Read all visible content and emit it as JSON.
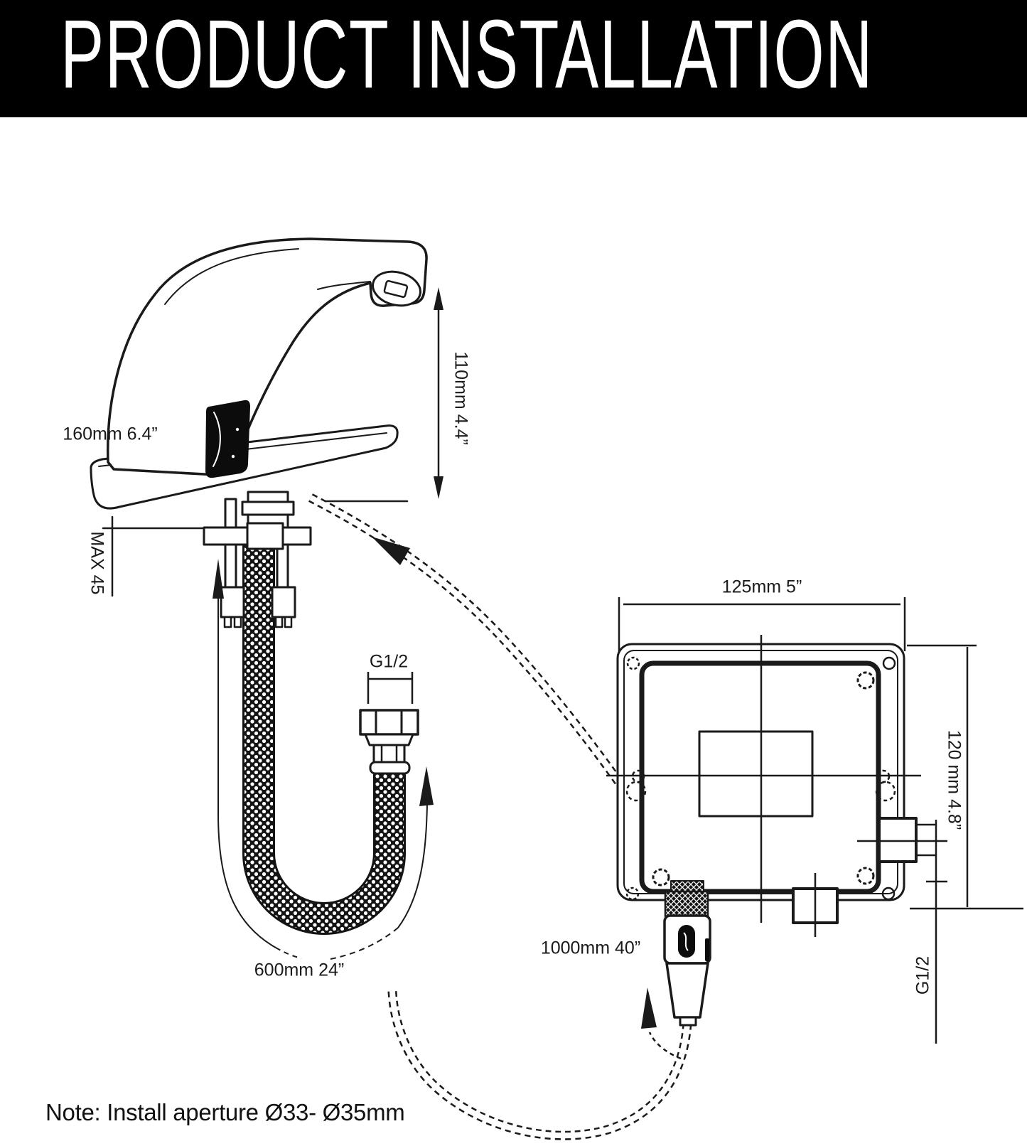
{
  "header": {
    "title": "PRODUCT INSTALLATION"
  },
  "diagram": {
    "faucet": {
      "height_label": "110mm 4.4”",
      "base_plate_width_label": "160mm 6.4”",
      "max_counter_thickness_label": "MAX 45",
      "supply_hose_thread_label": "G1/2",
      "supply_hose_length_label": "600mm 24”"
    },
    "control_box": {
      "width_label": "125mm 5”",
      "height_label": "120 mm 4.8”",
      "outlet_thread_label": "G1/2",
      "sensor_cable_length_label": "1000mm 40”"
    },
    "note": "Note: Install aperture Ø33- Ø35mm"
  },
  "colors": {
    "line": "#1a1a1a",
    "header_bg": "#000000",
    "header_text": "#ffffff",
    "sensor_window": "#0c0c0c"
  }
}
